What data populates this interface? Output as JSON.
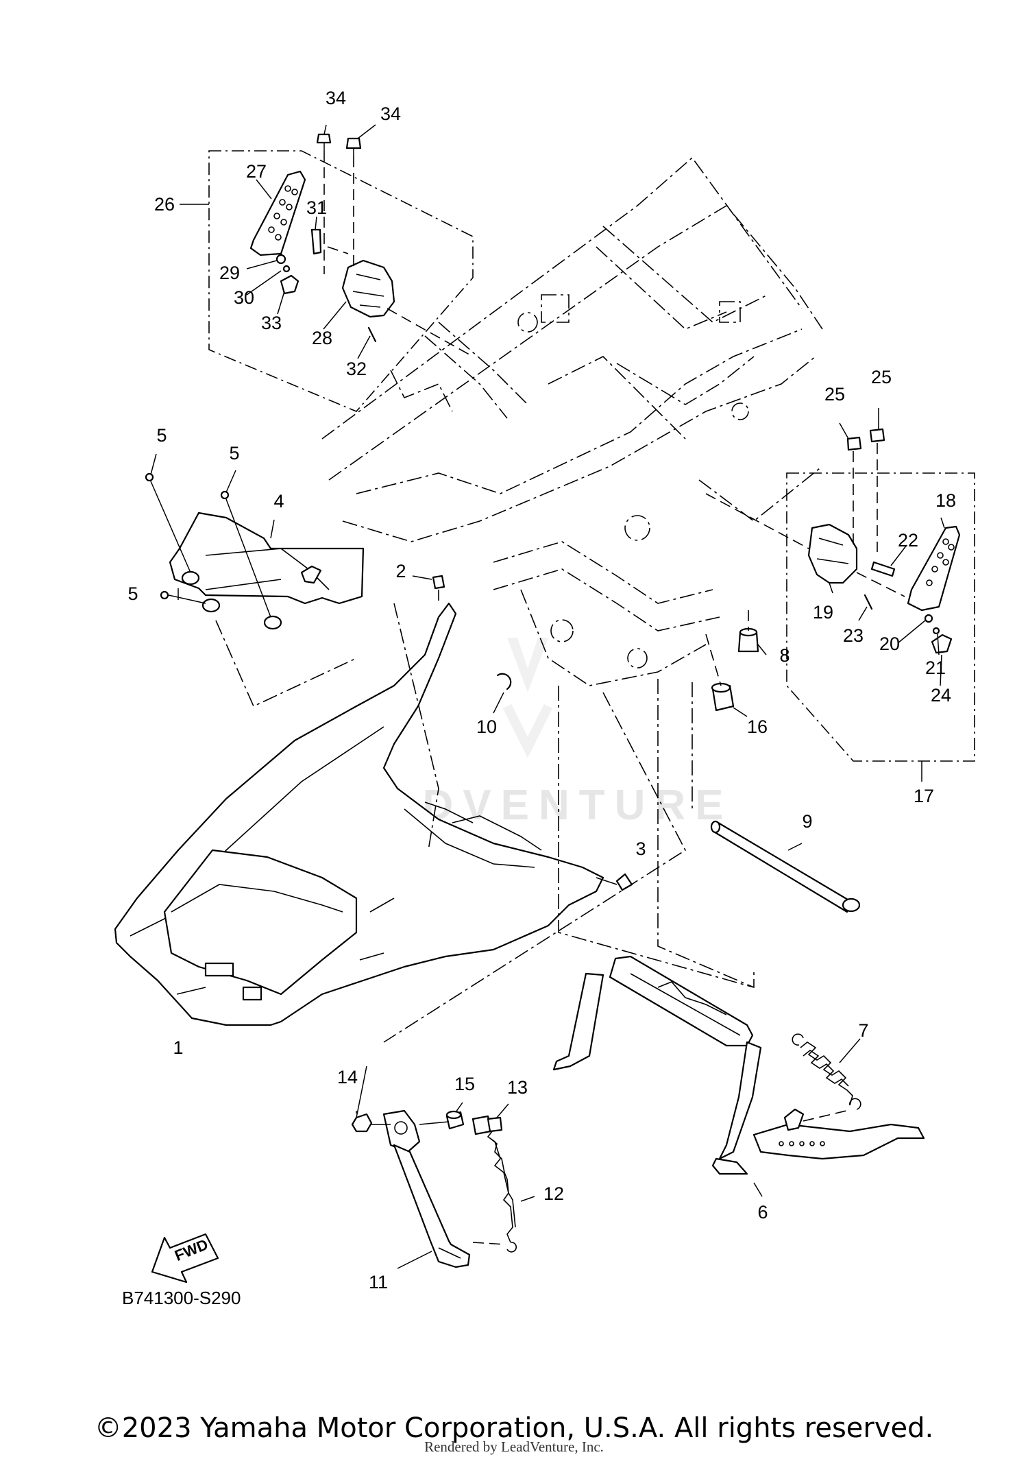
{
  "diagram": {
    "part_labels": [
      "1",
      "2",
      "3",
      "4",
      "5",
      "5",
      "5",
      "6",
      "7",
      "8",
      "9",
      "10",
      "11",
      "12",
      "13",
      "14",
      "15",
      "16",
      "17",
      "18",
      "19",
      "20",
      "21",
      "22",
      "23",
      "24",
      "25",
      "25",
      "26",
      "27",
      "28",
      "29",
      "30",
      "31",
      "32",
      "33",
      "34",
      "34"
    ],
    "fwd_label": "FWD",
    "drawing_code": "B741300-S290",
    "watermark": "LEADVENTURE"
  },
  "footer": {
    "copyright": "©2023 Yamaha Motor Corporation, U.S.A. All rights reserved.",
    "rendered_by": "Rendered by LeadVenture, Inc."
  }
}
